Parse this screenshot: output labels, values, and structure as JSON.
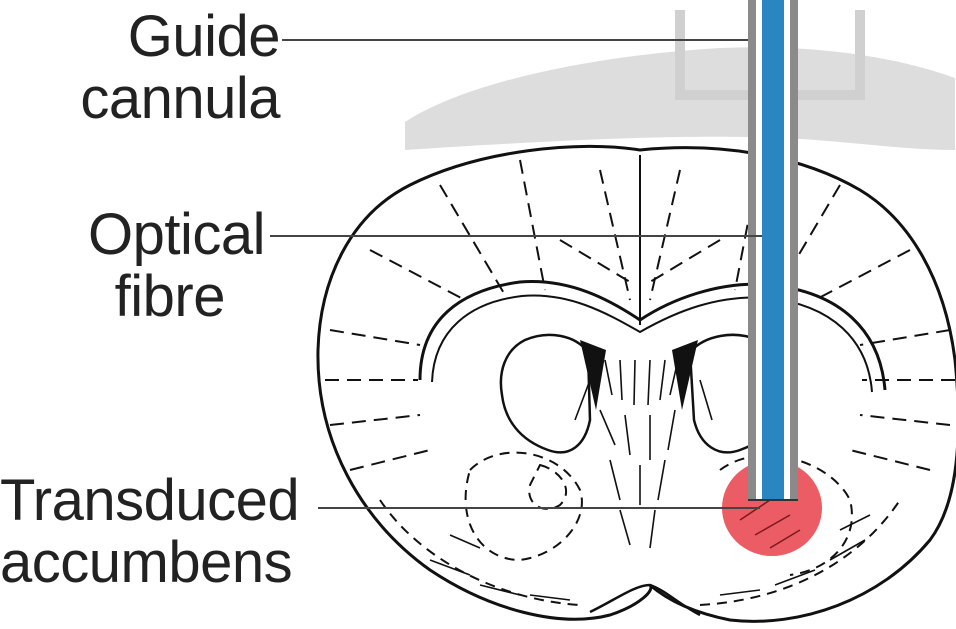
{
  "labels": {
    "guide_cannula": [
      "Guide",
      "cannula"
    ],
    "optical_fibre": [
      "Optical",
      "fibre"
    ],
    "transduced_accumbens": [
      "Transduced",
      "accumbens"
    ]
  },
  "colors": {
    "fibre": "#2a86c0",
    "cannula": "#8a8a8a",
    "headmount": "#d7d7d7",
    "transduced_region": "#e8454f",
    "outline": "#111111"
  }
}
